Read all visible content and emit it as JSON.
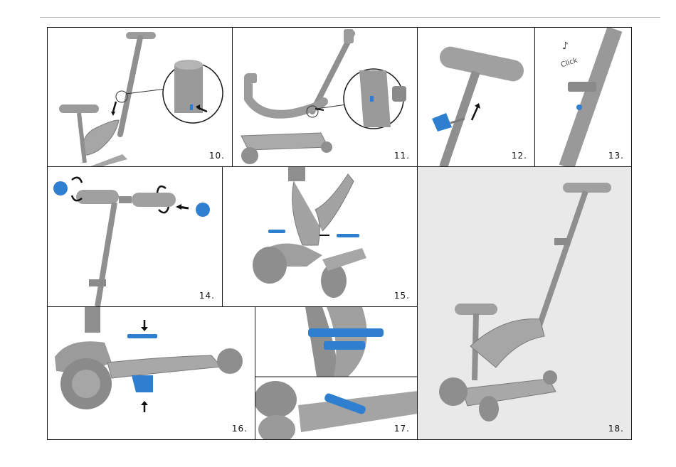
{
  "steps": [
    {
      "number": "10."
    },
    {
      "number": "11."
    },
    {
      "number": "12."
    },
    {
      "number": "13."
    },
    {
      "number": "14."
    },
    {
      "number": "15."
    },
    {
      "number": "16."
    },
    {
      "number": "17."
    },
    {
      "number": "18."
    }
  ],
  "click_text": "Click",
  "colors": {
    "scooter_gray": "#9b9b9b",
    "scooter_dark": "#7a7a7a",
    "accent_blue": "#2f7fd0",
    "panel_border": "#1a1a1a",
    "final_panel_bg": "#e9e9e9"
  },
  "icons": [
    "arrow-icon",
    "rotate-icon",
    "music-note-icon"
  ]
}
